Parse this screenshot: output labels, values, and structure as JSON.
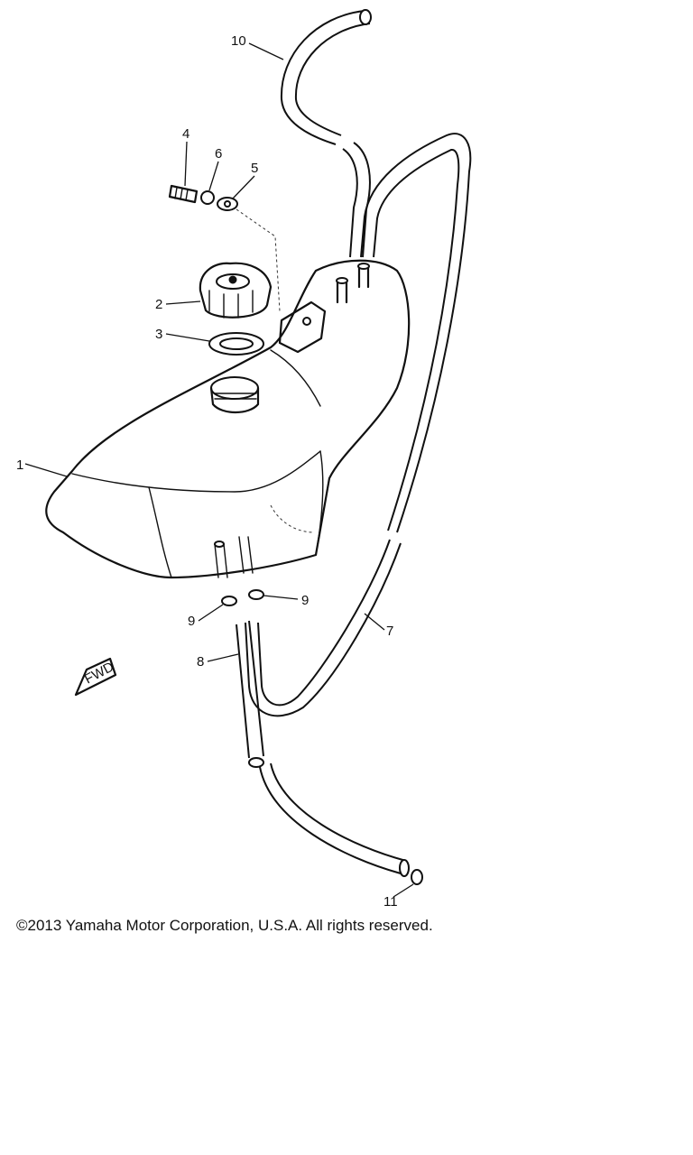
{
  "diagram": {
    "callouts": [
      "1",
      "2",
      "3",
      "4",
      "5",
      "6",
      "7",
      "8",
      "9",
      "9",
      "10",
      "11"
    ],
    "fwd_label": "FWD"
  },
  "footer": {
    "copyright": "©2013 Yamaha Motor Corporation, U.S.A. All rights reserved."
  }
}
